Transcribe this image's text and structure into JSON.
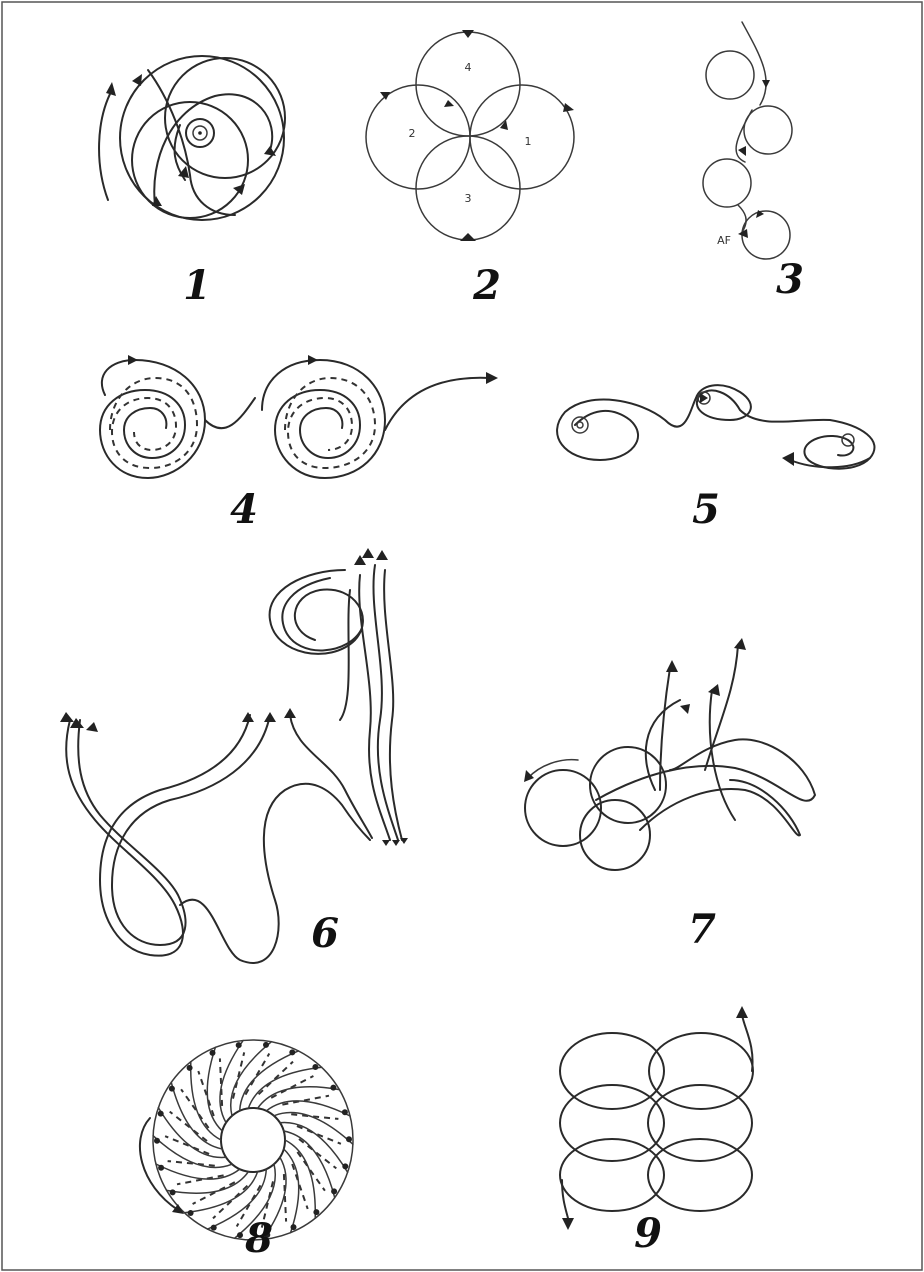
{
  "panels": [
    {
      "label": "1"
    },
    {
      "label": "2",
      "circle_labels": [
        "4",
        "2",
        "1",
        "3"
      ]
    },
    {
      "label": "3",
      "tag": "AF"
    },
    {
      "label": "4"
    },
    {
      "label": "5"
    },
    {
      "label": "6"
    },
    {
      "label": "7"
    },
    {
      "label": "8"
    },
    {
      "label": "9"
    }
  ]
}
